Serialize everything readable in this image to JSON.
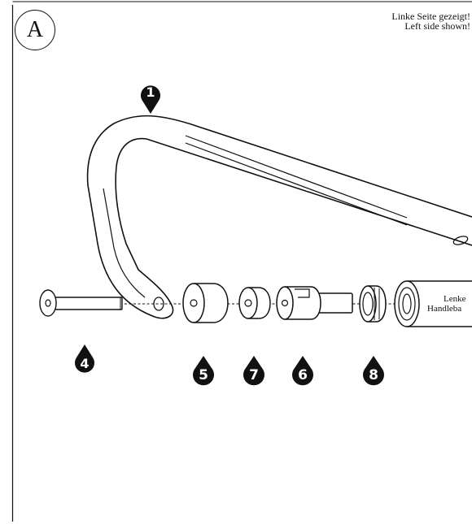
{
  "panel_label": "A",
  "note": {
    "line1": "Linke Seite gezeigt!",
    "line2": "Left side shown!"
  },
  "handlebar": {
    "line1": "Lenke",
    "line2": "Handleba"
  },
  "callouts": [
    {
      "id": "callout-1",
      "number": "1"
    },
    {
      "id": "callout-4",
      "number": "4"
    },
    {
      "id": "callout-5",
      "number": "5"
    },
    {
      "id": "callout-7",
      "number": "7"
    },
    {
      "id": "callout-6",
      "number": "6"
    },
    {
      "id": "callout-8",
      "number": "8"
    }
  ],
  "colors": {
    "ink": "#111111",
    "callout_fill": "#111111",
    "callout_text": "#ffffff",
    "background": "#ffffff"
  }
}
